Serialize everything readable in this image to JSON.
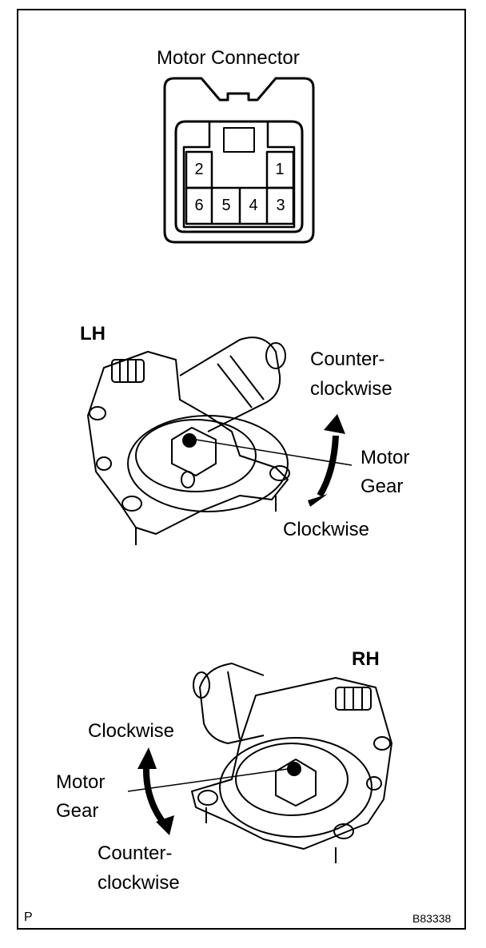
{
  "connector": {
    "title": "Motor Connector",
    "pins_top": [
      "2",
      "1"
    ],
    "pins_bottom": [
      "6",
      "5",
      "4",
      "3"
    ]
  },
  "lh": {
    "label": "LH",
    "ccw_line1": "Counter-",
    "ccw_line2": "clockwise",
    "gear_line1": "Motor",
    "gear_line2": "Gear",
    "cw": "Clockwise"
  },
  "rh": {
    "label": "RH",
    "cw": "Clockwise",
    "gear_line1": "Motor",
    "gear_line2": "Gear",
    "ccw_line1": "Counter-",
    "ccw_line2": "clockwise"
  },
  "footer": {
    "left_code": "P",
    "figure_id": "B83338"
  }
}
